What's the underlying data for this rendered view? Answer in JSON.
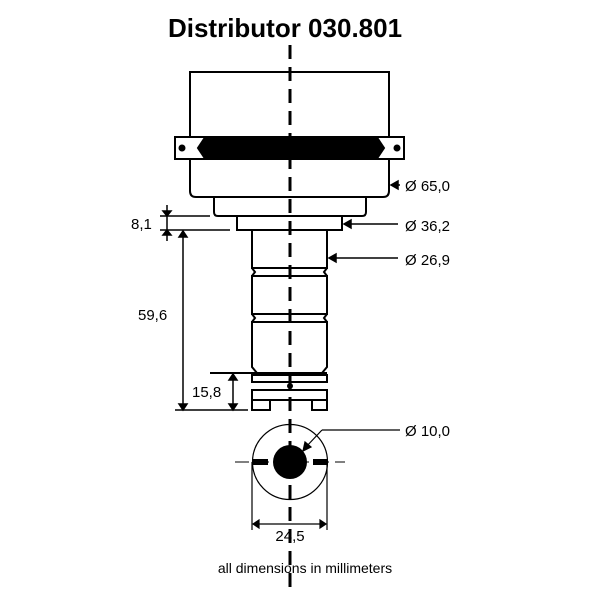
{
  "title": "Distributor 030.801",
  "dimensions": {
    "body_diameter": "Ø 65,0",
    "collar_diameter": "Ø 36,2",
    "shaft_diameter": "Ø 26,9",
    "collar_height": "8,1",
    "shaft_length": "59,6",
    "drive_height": "15,8",
    "drive_bore": "Ø 10,0",
    "drive_width": "24,5"
  },
  "caption": "all dimensions in millimeters"
}
